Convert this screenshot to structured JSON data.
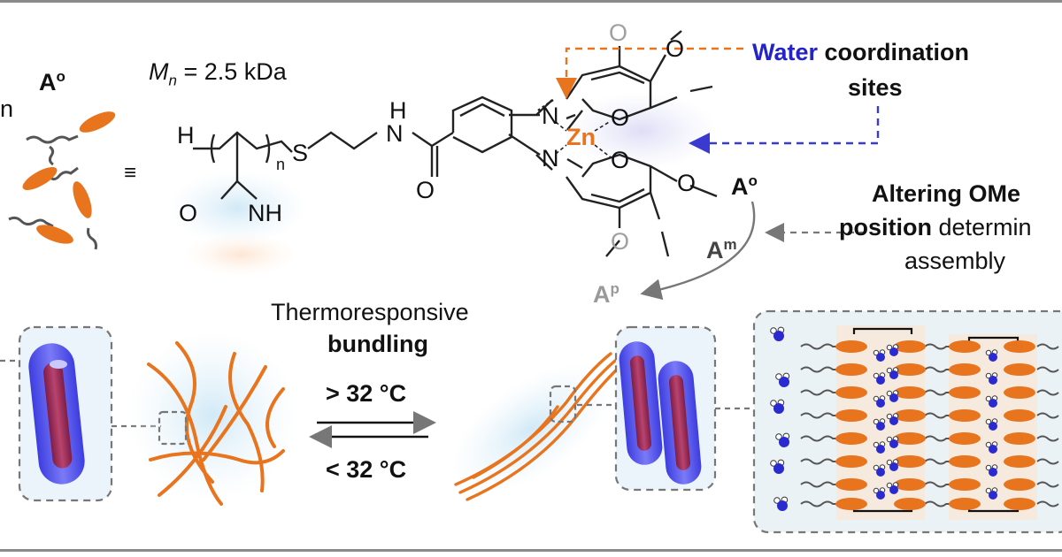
{
  "molecule": {
    "isomer_label": "A",
    "isomer_label_sup": "o",
    "partial_letter": "n",
    "mn_symbol": "M",
    "mn_sub": "n",
    "mn_value": "= 2.5 kDa",
    "equiv_symbol": "≡",
    "polymer_atoms": {
      "h_end": "H",
      "n_repeat": "n",
      "sulfur": "S",
      "carbonyl_o": "O",
      "amide_nh": "NH",
      "h_top": "H",
      "n_top": "N",
      "amide_o": "O"
    },
    "complex_atoms": {
      "metal": "Zn",
      "imine_n_upper": "N",
      "imine_n_lower": "N",
      "phenol_o_upper": "O",
      "phenol_o_lower": "O",
      "methoxy_o_labels": [
        "O",
        "O",
        "O",
        "O"
      ]
    }
  },
  "annotations": {
    "water_word": "Water",
    "water_rest": "coordination",
    "water_line2": "sites",
    "altering_bold": "Altering OMe",
    "position_bold": "position",
    "position_rest": "determin",
    "assembly": "assembly",
    "isomer_o": "A",
    "isomer_o_sup": "o",
    "isomer_m": "A",
    "isomer_m_sup": "m",
    "isomer_p": "A",
    "isomer_p_sup": "p"
  },
  "process": {
    "line1": "Thermoresponsive",
    "line2": "bundling",
    "forward_condition": "> 32 °C",
    "reverse_condition": "< 32 °C"
  },
  "colors": {
    "orange": "#e8741e",
    "blue_text": "#2323c8",
    "dashed_blue": "#3a3ad0",
    "light_blue_glow": "#d6ecf7",
    "cylinder_blue": "#5b5bf0",
    "cylinder_core": "#a02a5a",
    "frame_gray": "#8a8a8a"
  }
}
